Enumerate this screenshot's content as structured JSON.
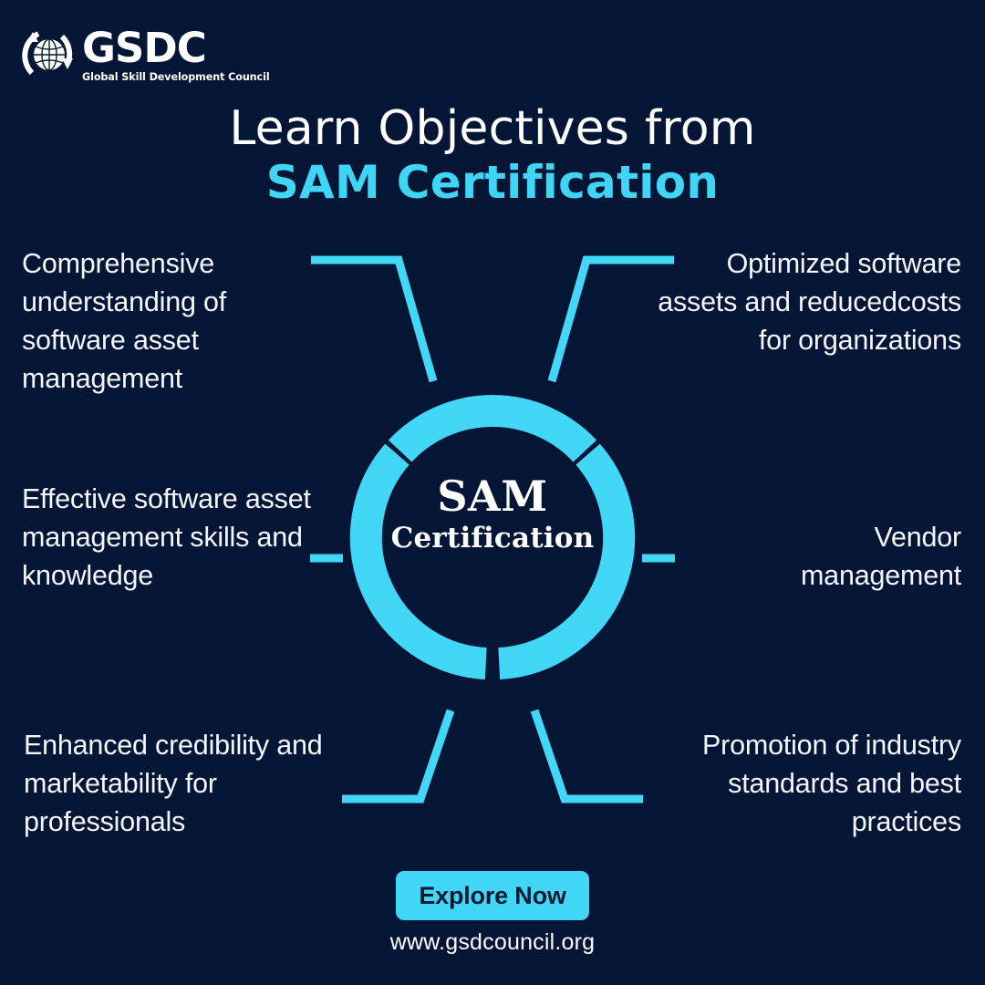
{
  "brand": {
    "logo_word": "GSDC",
    "logo_tagline": "Global Skill Development Council",
    "logo_icon": "globe-arrows-icon"
  },
  "headline": {
    "line1": "Learn Objectives from",
    "line2": "SAM Certification"
  },
  "center": {
    "title": "SAM",
    "subtitle": "Certification"
  },
  "objectives": [
    {
      "id": "comprehensive-understanding",
      "position": "top-left",
      "text": "Comprehensive understanding of software asset management"
    },
    {
      "id": "optimized-software-assets",
      "position": "top-right",
      "text": "Optimized software assets and reducedcosts for organizations"
    },
    {
      "id": "effective-sam-skills",
      "position": "middle-left",
      "text": "Effective software asset management skills and knowledge"
    },
    {
      "id": "vendor-management",
      "position": "middle-right",
      "text": "Vendor management"
    },
    {
      "id": "enhanced-credibility",
      "position": "bottom-left",
      "text": "Enhanced credibility and marketability for professionals"
    },
    {
      "id": "industry-standards",
      "position": "bottom-right",
      "text": "Promotion of industry standards and best practices"
    }
  ],
  "cta": {
    "label": "Explore Now",
    "url_text": "www.gsdcouncil.org"
  },
  "colors": {
    "background": "#041535",
    "accent_cyan": "#3FD5F5",
    "ring_cyan": "#43D7F7",
    "text_white": "#F4F7FB",
    "cta_text": "#0A1B33"
  }
}
